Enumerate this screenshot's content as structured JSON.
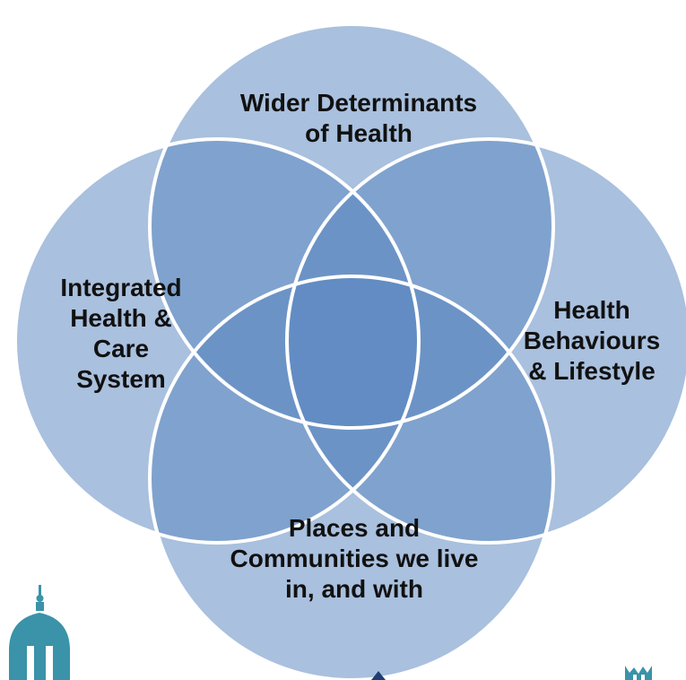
{
  "diagram": {
    "type": "venn",
    "circles": [
      {
        "id": "top",
        "label": "Wider Determinants\nof Health"
      },
      {
        "id": "left",
        "label": "Integrated\nHealth &\nCare\nSystem"
      },
      {
        "id": "right",
        "label": "Health\nBehaviours\n& Lifestyle"
      },
      {
        "id": "bottom",
        "label": "Places and\nCommunities we live\nin, and with"
      }
    ],
    "colors": {
      "circle_fill": "#5b86c0",
      "circle_stroke": "#ffffff",
      "text": "#111111",
      "logo_teal": "#3a93a8",
      "logo_navy": "#1f3f73"
    }
  },
  "logos": {
    "left_icon": "dome-building-icon",
    "bottom_center_icon": "partial-logo-icon",
    "bottom_right_icon": "crest-icon"
  }
}
